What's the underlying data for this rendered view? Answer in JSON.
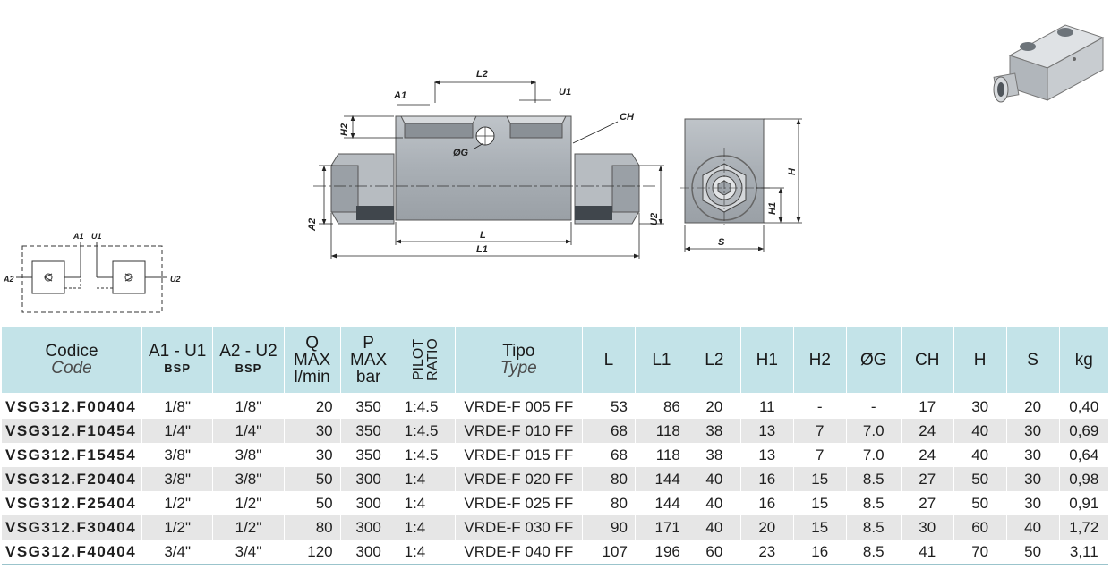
{
  "drawing": {
    "front_labels": {
      "l2": "L2",
      "a1": "A1",
      "u1": "U1",
      "ch": "CH",
      "h2": "H2",
      "g": "ØG",
      "a2": "A2",
      "u2": "U2",
      "l": "L",
      "l1": "L1"
    },
    "side_labels": {
      "h": "H",
      "h1": "H1",
      "s": "S"
    },
    "schematic_labels": {
      "a1": "A1",
      "u1": "U1",
      "a2": "A2",
      "u2": "U2"
    }
  },
  "table": {
    "headers": {
      "code_main": "Codice",
      "code_sub": "Code",
      "a1u1_main": "A1 - U1",
      "a1u1_sub": "BSP",
      "a2u2_main": "A2 - U2",
      "a2u2_sub": "BSP",
      "q_1": "Q",
      "q_2": "MAX",
      "q_3": "l/min",
      "p_1": "P",
      "p_2": "MAX",
      "p_3": "bar",
      "pilot_1": "PILOT",
      "pilot_2": "RATIO",
      "type_main": "Tipo",
      "type_sub": "Type",
      "l": "L",
      "l1": "L1",
      "l2": "L2",
      "h1": "H1",
      "h2": "H2",
      "g": "ØG",
      "ch": "CH",
      "h": "H",
      "s": "S",
      "kg": "kg"
    },
    "rows": [
      {
        "code": "VSG312.F00404",
        "a1u1": "1/8\"",
        "a2u2": "1/8\"",
        "q": "20",
        "p": "350",
        "ratio": "1:4.5",
        "type": "VRDE-F 005 FF",
        "l": "53",
        "l1": "86",
        "l2": "20",
        "h1": "11",
        "h2": "-",
        "g": "-",
        "ch": "17",
        "h": "30",
        "s": "20",
        "kg": "0,40"
      },
      {
        "code": "VSG312.F10454",
        "a1u1": "1/4\"",
        "a2u2": "1/4\"",
        "q": "30",
        "p": "350",
        "ratio": "1:4.5",
        "type": "VRDE-F 010 FF",
        "l": "68",
        "l1": "118",
        "l2": "38",
        "h1": "13",
        "h2": "7",
        "g": "7.0",
        "ch": "24",
        "h": "40",
        "s": "30",
        "kg": "0,69"
      },
      {
        "code": "VSG312.F15454",
        "a1u1": "3/8\"",
        "a2u2": "3/8\"",
        "q": "30",
        "p": "350",
        "ratio": "1:4.5",
        "type": "VRDE-F 015 FF",
        "l": "68",
        "l1": "118",
        "l2": "38",
        "h1": "13",
        "h2": "7",
        "g": "7.0",
        "ch": "24",
        "h": "40",
        "s": "30",
        "kg": "0,64"
      },
      {
        "code": "VSG312.F20404",
        "a1u1": "3/8\"",
        "a2u2": "3/8\"",
        "q": "50",
        "p": "300",
        "ratio": "1:4",
        "type": "VRDE-F 020 FF",
        "l": "80",
        "l1": "144",
        "l2": "40",
        "h1": "16",
        "h2": "15",
        "g": "8.5",
        "ch": "27",
        "h": "50",
        "s": "30",
        "kg": "0,98"
      },
      {
        "code": "VSG312.F25404",
        "a1u1": "1/2\"",
        "a2u2": "1/2\"",
        "q": "50",
        "p": "300",
        "ratio": "1:4",
        "type": "VRDE-F 025 FF",
        "l": "80",
        "l1": "144",
        "l2": "40",
        "h1": "16",
        "h2": "15",
        "g": "8.5",
        "ch": "27",
        "h": "50",
        "s": "30",
        "kg": "0,91"
      },
      {
        "code": "VSG312.F30404",
        "a1u1": "1/2\"",
        "a2u2": "1/2\"",
        "q": "80",
        "p": "300",
        "ratio": "1:4",
        "type": "VRDE-F 030 FF",
        "l": "90",
        "l1": "171",
        "l2": "40",
        "h1": "20",
        "h2": "15",
        "g": "8.5",
        "ch": "30",
        "h": "60",
        "s": "40",
        "kg": "1,72"
      },
      {
        "code": "VSG312.F40404",
        "a1u1": "3/4\"",
        "a2u2": "3/4\"",
        "q": "120",
        "p": "300",
        "ratio": "1:4",
        "type": "VRDE-F 040 FF",
        "l": "107",
        "l1": "196",
        "l2": "60",
        "h1": "23",
        "h2": "16",
        "g": "8.5",
        "ch": "41",
        "h": "70",
        "s": "50",
        "kg": "3,11"
      }
    ]
  }
}
